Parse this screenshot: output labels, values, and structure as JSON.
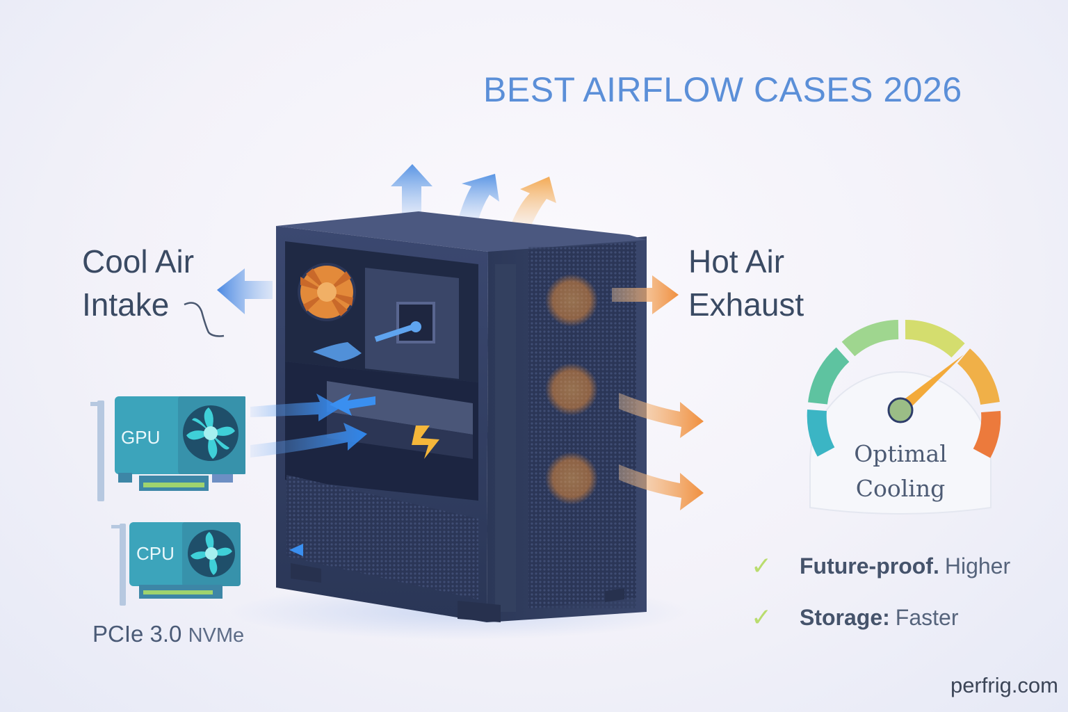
{
  "title": "BEST AIRFLOW CASES 2026",
  "labels": {
    "intake_line1": "Cool Air",
    "intake_line2": "Intake",
    "exhaust_line1": "Hot Air",
    "exhaust_line2": "Exhaust"
  },
  "components": [
    {
      "label": "GPU",
      "icon": "fan-icon"
    },
    {
      "label": "CPU",
      "icon": "fan-icon"
    }
  ],
  "pcie_label": {
    "main": "PCIe 3.0",
    "suffix": "NVMe"
  },
  "gauge": {
    "line1": "Optimal",
    "line2": "Cooling",
    "segments": [
      "#3bb5c4",
      "#5ec3a0",
      "#9fd68f",
      "#d4dd6e",
      "#f0b048",
      "#ec7a3c"
    ]
  },
  "features": [
    {
      "icon": "check-icon",
      "key": "Future-proof.",
      "value": "Higher"
    },
    {
      "icon": "check-icon",
      "key": "Storage:",
      "value": "Faster"
    }
  ],
  "watermark": "perfrig.com",
  "colors": {
    "title": "#5b8fd8",
    "cool_air": "#4a90e8",
    "hot_air": "#f0a050",
    "case_body": "#2f3b5c",
    "card": "#3aa6bd",
    "check": "#b9dc6e"
  }
}
